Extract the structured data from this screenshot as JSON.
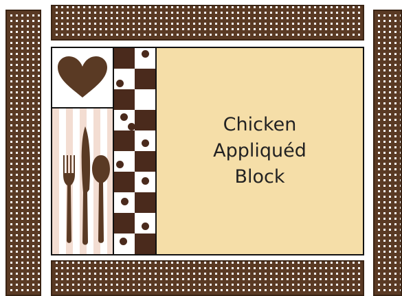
{
  "block": {
    "line1": "Chicken",
    "line2": "Appliquéd",
    "line3": "Block"
  },
  "colors": {
    "plaid_brown": "#5a3a24",
    "checker_dark": "#4a2a1c",
    "applique_fill": "#f5dea8",
    "stripe_pink": "#f3ddd2",
    "heart": "#5a3a24"
  },
  "icons": [
    "heart-icon",
    "fork-icon",
    "knife-icon",
    "spoon-icon"
  ]
}
